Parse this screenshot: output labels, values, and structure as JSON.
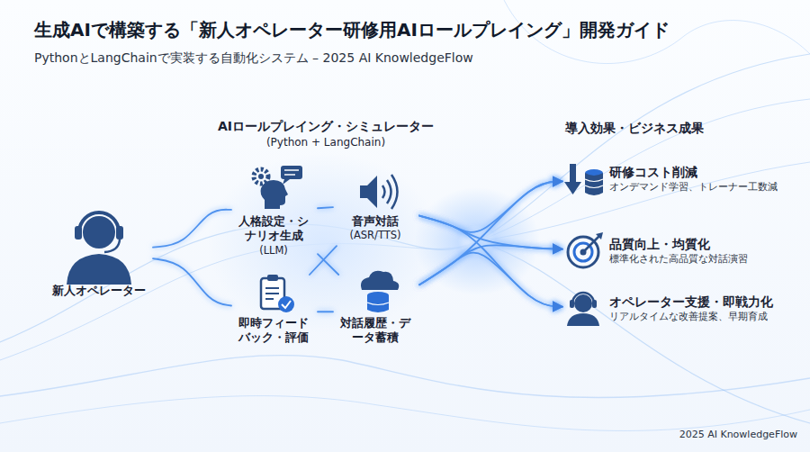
{
  "diagram": {
    "title": "生成AIで構築する「新人オペレーター研修用AIロールプレイング」開発ガイド",
    "nodes": [
      {
        "text": [
          "新人オペレーター"
        ]
      },
      {
        "text": [
          "人格設定・シナリオ生成",
          "(LLM)"
        ]
      },
      {
        "text": [
          "音声対話",
          "(ASR/TTS)"
        ]
      },
      {
        "text": [
          "即時フィードバック・評価"
        ]
      },
      {
        "text": [
          "対話履歴・データ蓄積"
        ]
      },
      {
        "text": [
          "研修コスト削減",
          "オンデマンド学習、トレーナー工数減"
        ]
      },
      {
        "text": [
          "品質向上・均質化",
          "標準化された高品質な対話演習"
        ]
      },
      {
        "text": [
          "オペレーター支援・即戦力化",
          "リアルタイムな改善提案、早期育成"
        ]
      }
    ],
    "edges": [
      {
        "from": 0,
        "to": 1,
        "arrow": "none"
      },
      {
        "from": 0,
        "to": 3,
        "arrow": "none"
      },
      {
        "from": 1,
        "to": 2,
        "arrow": "none"
      },
      {
        "from": 3,
        "to": 4,
        "arrow": "none"
      },
      {
        "from": 1,
        "to": 4,
        "arrow": "none"
      },
      {
        "from": 2,
        "to": 3,
        "arrow": "none"
      },
      {
        "from": 2,
        "to": 5,
        "arrow": "to"
      },
      {
        "from": 2,
        "to": 6,
        "arrow": "to"
      },
      {
        "from": 2,
        "to": 7,
        "arrow": "to"
      },
      {
        "from": 4,
        "to": 5,
        "arrow": "to"
      },
      {
        "from": 4,
        "to": 6,
        "arrow": "to"
      },
      {
        "from": 4,
        "to": 7,
        "arrow": "to"
      }
    ],
    "labels": [
      "PythonとLangChainで実装する自動化システム – 2025 AI KnowledgeFlow",
      "AIロールプレイング・シミュレーター",
      "(Python + LangChain)",
      "導入効果・ビジネス成果",
      "2025 AI KnowledgeFlow"
    ]
  }
}
